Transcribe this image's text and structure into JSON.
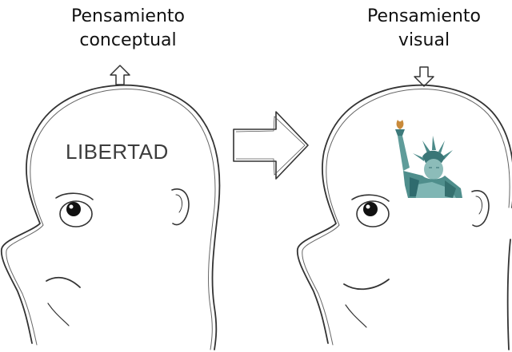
{
  "left_panel": {
    "caption_line1": "Pensamiento",
    "caption_line2": "conceptual",
    "word": "LIBERTAD",
    "arrow_icon": "arrow-up-outline-icon"
  },
  "right_panel": {
    "caption_line1": "Pensamiento",
    "caption_line2": "visual",
    "image_icon": "statue-of-liberty-icon",
    "arrow_icon": "arrow-down-outline-icon"
  },
  "transition_arrow_icon": "arrow-right-outline-icon",
  "colors": {
    "line": "#333333",
    "statue_light": "#7fb6b4",
    "statue_dark": "#2f6b6e",
    "flame": "#c98a3a"
  }
}
